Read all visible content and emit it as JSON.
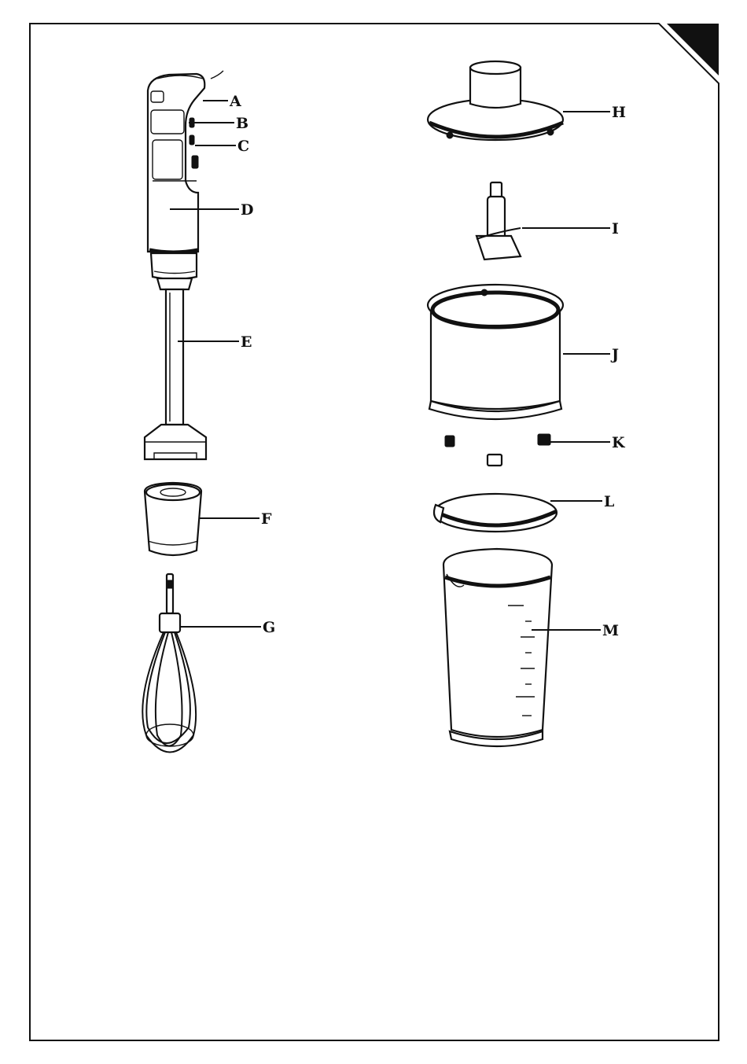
{
  "labels": {
    "a": "A",
    "b": "B",
    "c": "C",
    "d": "D",
    "e": "E",
    "f": "F",
    "g": "G",
    "h": "H",
    "i": "I",
    "j": "J",
    "k": "K",
    "l": "L",
    "m": "M"
  }
}
